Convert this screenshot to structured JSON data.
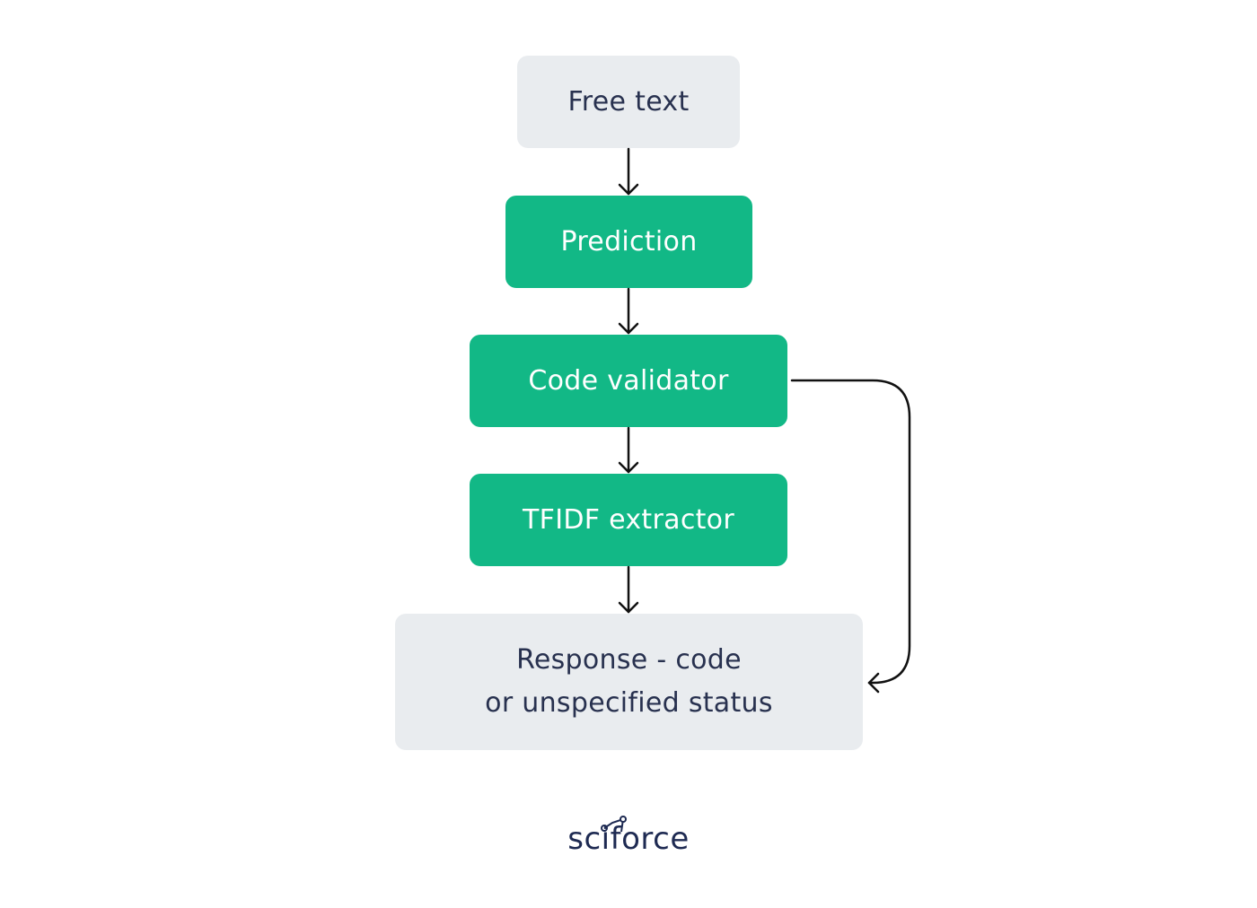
{
  "nodes": {
    "free_text": {
      "label": "Free text"
    },
    "prediction": {
      "label": "Prediction"
    },
    "code_validator": {
      "label": "Code validator"
    },
    "tfidf_extractor": {
      "label": "TFIDF extractor"
    },
    "response": {
      "line1": "Response - code",
      "line2": "or unspecified status"
    }
  },
  "logo": {
    "text": "sciforce"
  },
  "colors": {
    "green": "#12b886",
    "gray": "#e9ecef",
    "dark_text": "#28314f",
    "arrow": "#111111",
    "logo": "#1e2a52"
  }
}
